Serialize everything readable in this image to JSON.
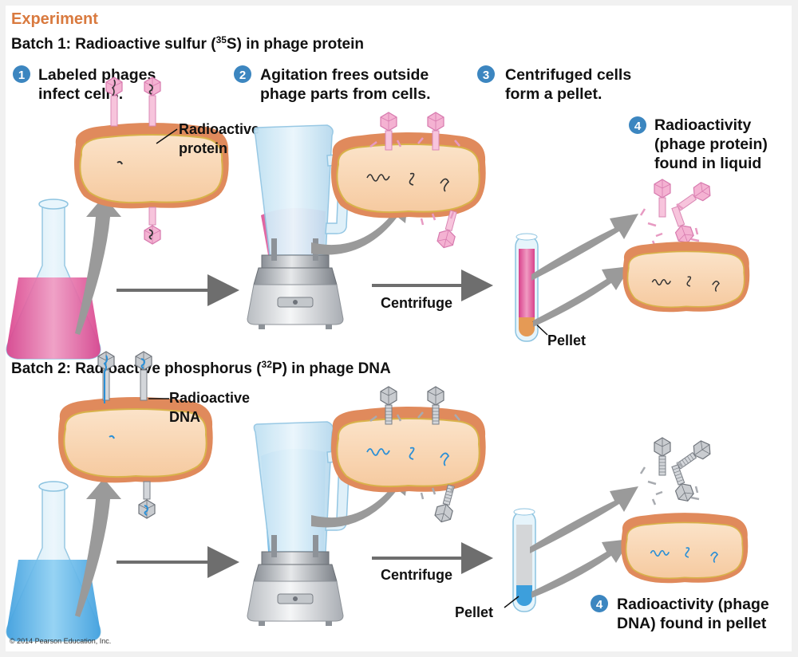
{
  "title": "Experiment",
  "batch1": {
    "heading_pre": "Batch 1: Radioactive sulfur (",
    "heading_sup": "35",
    "heading_post": "S) in phage protein",
    "steps": [
      {
        "num": "1",
        "line1": "Labeled phages",
        "line2": "infect cells."
      },
      {
        "num": "2",
        "line1": "Agitation frees outside",
        "line2": "phage parts from cells."
      },
      {
        "num": "3",
        "line1": "Centrifuged cells",
        "line2": "form a pellet."
      },
      {
        "num": "4",
        "line1": "Radioactivity",
        "line2": "(phage protein)",
        "line3": "found in liquid"
      }
    ],
    "callout_line1": "Radioactive",
    "callout_line2": "protein",
    "centrifuge_label": "Centrifuge",
    "pellet_label": "Pellet",
    "color": "#e0559a"
  },
  "batch2": {
    "heading_pre": "Batch 2: Radioactive phosphorus (",
    "heading_sup": "32",
    "heading_post": "P) in phage DNA",
    "callout_line1": "Radioactive",
    "callout_line2": "DNA",
    "centrifuge_label": "Centrifuge",
    "pellet_label": "Pellet",
    "step4": {
      "num": "4",
      "line1": "Radioactivity (phage",
      "line2": "DNA) found in pellet"
    },
    "color": "#3d9fdc"
  },
  "colors": {
    "title": "#d97a3f",
    "step_badge": "#3c86c0",
    "arrow": "#9a9a9a",
    "cell": "#e89a6a"
  },
  "copyright": "© 2014 Pearson Education, Inc."
}
